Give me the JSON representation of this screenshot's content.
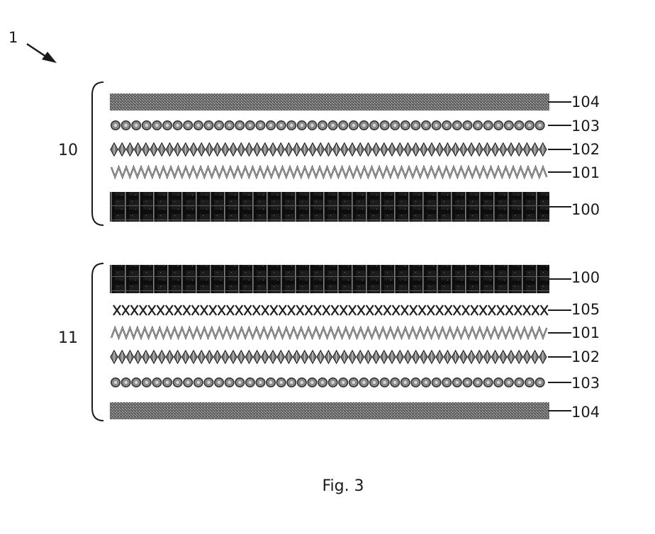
{
  "figure": {
    "assembly_number": "1",
    "caption": "Fig. 3",
    "groups": [
      {
        "label": "10",
        "layers": [
          {
            "ref": "104",
            "pattern": "dense-stipple"
          },
          {
            "ref": "103",
            "pattern": "circles"
          },
          {
            "ref": "102",
            "pattern": "diamonds"
          },
          {
            "ref": "101",
            "pattern": "zigzag-down"
          },
          {
            "ref": "100",
            "pattern": "dark-grid"
          }
        ]
      },
      {
        "label": "11",
        "layers": [
          {
            "ref": "100",
            "pattern": "dark-grid"
          },
          {
            "ref": "105",
            "pattern": "crosses"
          },
          {
            "ref": "101",
            "pattern": "zigzag-up"
          },
          {
            "ref": "102",
            "pattern": "diamonds"
          },
          {
            "ref": "103",
            "pattern": "circles"
          },
          {
            "ref": "104",
            "pattern": "dense-stipple"
          }
        ]
      }
    ]
  }
}
